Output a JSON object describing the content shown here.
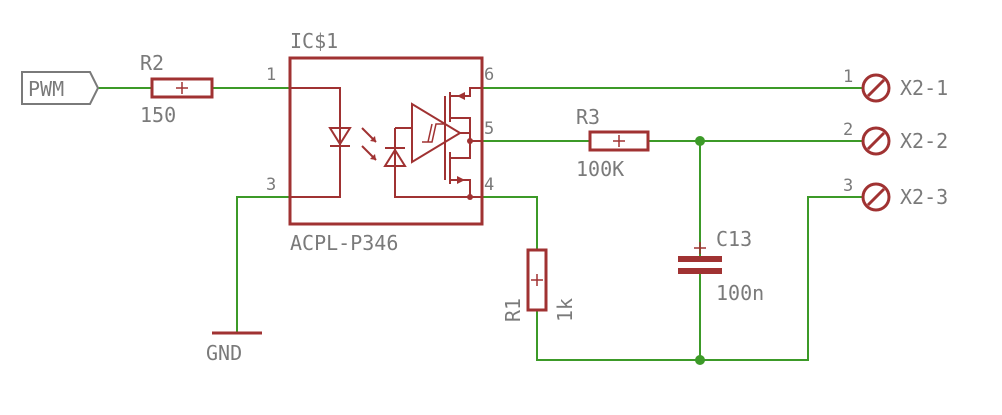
{
  "colors": {
    "wire": "#3c9a28",
    "part": "#a03232",
    "text": "#7a7a7a",
    "junction": "#3c9a28"
  },
  "ic": {
    "name": "IC$1",
    "part": "ACPL-P346",
    "pins": [
      "1",
      "3",
      "6",
      "5",
      "4"
    ]
  },
  "input_port": {
    "label": "PWM"
  },
  "ground": {
    "label": "GND"
  },
  "r2": {
    "name": "R2",
    "value": "150"
  },
  "r3": {
    "name": "R3",
    "value": "100K"
  },
  "r1": {
    "name": "R1",
    "value": "1k"
  },
  "c13": {
    "name": "C13",
    "value": "100n"
  },
  "connector": {
    "pins": [
      {
        "number": "1",
        "label": "X2-1"
      },
      {
        "number": "2",
        "label": "X2-2"
      },
      {
        "number": "3",
        "label": "X2-3"
      }
    ]
  }
}
